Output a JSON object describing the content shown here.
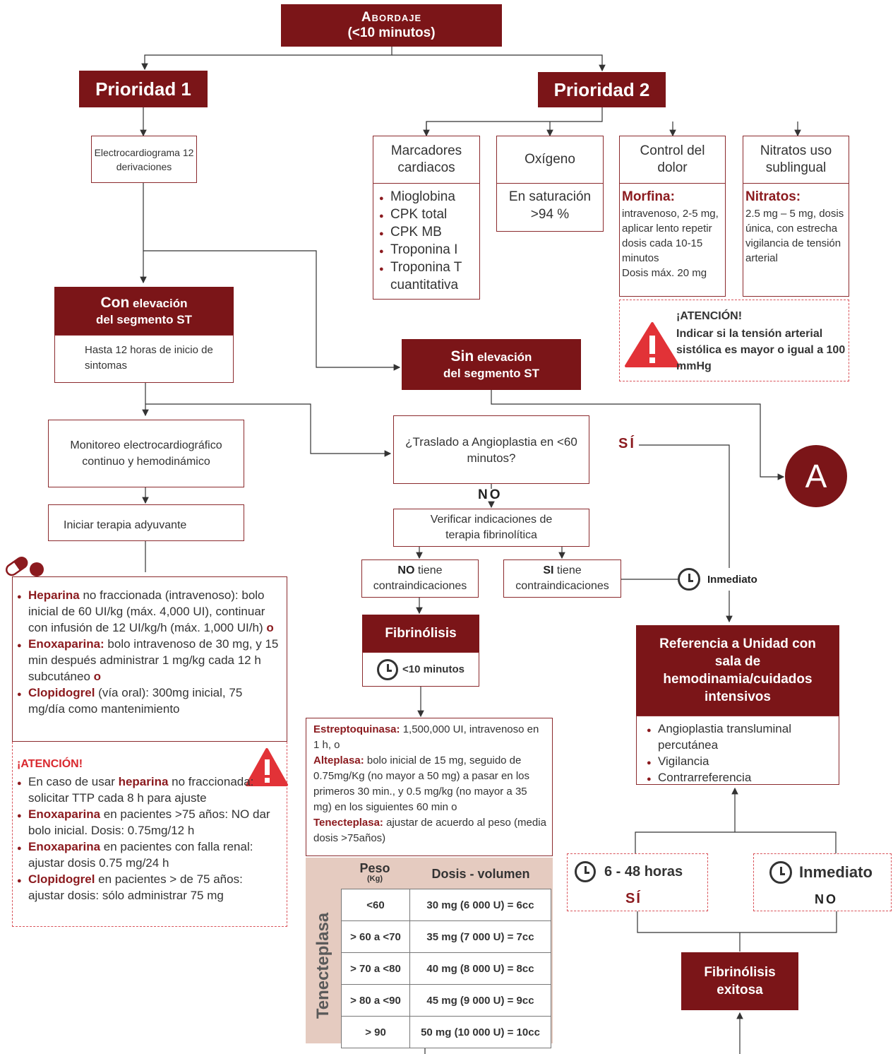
{
  "header": {
    "line1": "Abordaje",
    "line2": "(<10 minutos)"
  },
  "p1": {
    "title": "Prioridad 1",
    "ecg": "Electrocardiograma 12 derivaciones"
  },
  "p2": {
    "title": "Prioridad 2",
    "marcadores": {
      "title": "Marcadores cardiacos",
      "items": [
        "Mioglobina",
        "CPK total",
        "CPK MB",
        "Troponina I",
        "Troponina T cuantitativa"
      ]
    },
    "oxigeno": {
      "title": "Oxígeno",
      "text": "En saturación >94 %"
    },
    "dolor": {
      "title": "Control del dolor",
      "head": "Morfina:",
      "text": "intravenoso, 2-5 mg, aplicar lento repetir dosis cada 10-15 minutos",
      "max": "Dosis máx. 20 mg"
    },
    "nitratos": {
      "title": "Nitratos uso sublingual",
      "head": "Nitratos:",
      "text": "2.5 mg – 5 mg, dosis única, con estrecha vigilancia de tensión arterial"
    },
    "alert": {
      "title": "¡ATENCIÓN!",
      "text": "Indicar si la tensión arterial sistólica es mayor o igual a 100 mmHg"
    }
  },
  "con": {
    "bold": "Con",
    "rest": " elevación",
    "line2": "del segmento ST",
    "sub": "Hasta 12 horas de inicio de sintomas"
  },
  "sin": {
    "bold": "Sin",
    "rest": " elevación",
    "line2": "del segmento ST"
  },
  "monitoreo": "Monitoreo electrocardiográfico continuo y hemodinámico",
  "terapia": "Iniciar terapia adyuvante",
  "adyuvante": {
    "heparina": {
      "name": "Heparina",
      "text": " no fraccionada (intravenoso): bolo inicial de 60 UI/kg  (máx. 4,000 UI), continuar con infusión de 12 UI/kg/h (máx. 1,000 UI/h) ",
      "or": "o"
    },
    "enoxaparina": {
      "name": "Enoxaparina:",
      "text": " bolo intravenoso de 30 mg, y 15 min después administrar 1 mg/kg cada 12 h subcutáneo ",
      "or": "o"
    },
    "clopidogrel": {
      "name": "Clopidogrel",
      "text": " (vía oral):  300mg inicial, 75 mg/día como mantenimiento"
    }
  },
  "atencion2": {
    "title": "¡ATENCIÓN!",
    "items": [
      {
        "pre": "En caso de usar ",
        "name": "heparina",
        "text": " no fraccionada: solicitar TTP cada 8 h para ajuste"
      },
      {
        "pre": "",
        "name": "Enoxaparina",
        "text": " en pacientes >75 años: NO dar bolo inicial. Dosis: 0.75mg/12 h"
      },
      {
        "pre": "",
        "name": "Enoxaparina",
        "text": " en pacientes con falla renal: ajustar dosis 0.75 mg/24 h"
      },
      {
        "pre": "",
        "name": "Clopidogrel",
        "text": " en pacientes > de 75 años: ajustar dosis: sólo administrar 75 mg"
      }
    ]
  },
  "traslado": "¿Traslado a Angioplastia en <60 minutos?",
  "si": "SÍ",
  "no": "NO",
  "a_label": "A",
  "verificar": "Verificar indicaciones de terapia fibrinolítica",
  "no_tiene": {
    "bold": "NO",
    "rest": " tiene contraindicaciones"
  },
  "si_tiene": {
    "bold": "SI",
    "rest": " tiene contraindicaciones"
  },
  "inmediato": "Inmediato",
  "fibrinolisis": {
    "title": "Fibrinólisis",
    "time": "<10 minutos"
  },
  "farmacos": {
    "estrepto": {
      "name": "Estreptoquinasa:",
      "text": " 1,500,000 UI, intravenoso en 1 h, o"
    },
    "alteplasa": {
      "name": "Alteplasa:",
      "text": " bolo inicial de 15 mg, seguido de 0.75mg/Kg (no mayor a 50 mg) a pasar en los primeros 30 min., y 0.5 mg/kg (no mayor a 35 mg) en los siguientes 60 min o"
    },
    "tenecteplasa": {
      "name": "Tenecteplasa:",
      "text": " ajustar de acuerdo al peso (media dosis >75años)"
    }
  },
  "table": {
    "side": "Tenecteplasa",
    "h_peso": "Peso",
    "h_kg": "(Kg)",
    "h_dosis": "Dosis - volumen",
    "rows": [
      {
        "peso": "<60",
        "dosis": "30 mg (6 000 U) = 6cc"
      },
      {
        "peso": "> 60 a <70",
        "dosis": "35 mg (7 000 U) = 7cc"
      },
      {
        "peso": "> 70 a <80",
        "dosis": "40 mg (8 000 U) = 8cc"
      },
      {
        "peso": "> 80 a <90",
        "dosis": "45 mg (9 000 U) = 9cc"
      },
      {
        "peso": "> 90",
        "dosis": "50 mg (10 000 U) = 10cc"
      }
    ]
  },
  "referencia": {
    "title": "Referencia a Unidad con sala de hemodinamia/cuidados intensivos",
    "items": [
      "Angioplastia transluminal percutánea",
      "Vigilancia",
      "Contrarreferencia"
    ]
  },
  "h648": {
    "time": "6 - 48 horas",
    "ans": "SÍ"
  },
  "inm2": {
    "time": "Inmediato",
    "ans": "NO"
  },
  "exitosa": "Fibrinólisis exitosa",
  "colors": {
    "primary": "#7b1518",
    "accent": "#8b1a1e",
    "alert": "#e03a3e",
    "table_bg": "#e5cbc0"
  }
}
